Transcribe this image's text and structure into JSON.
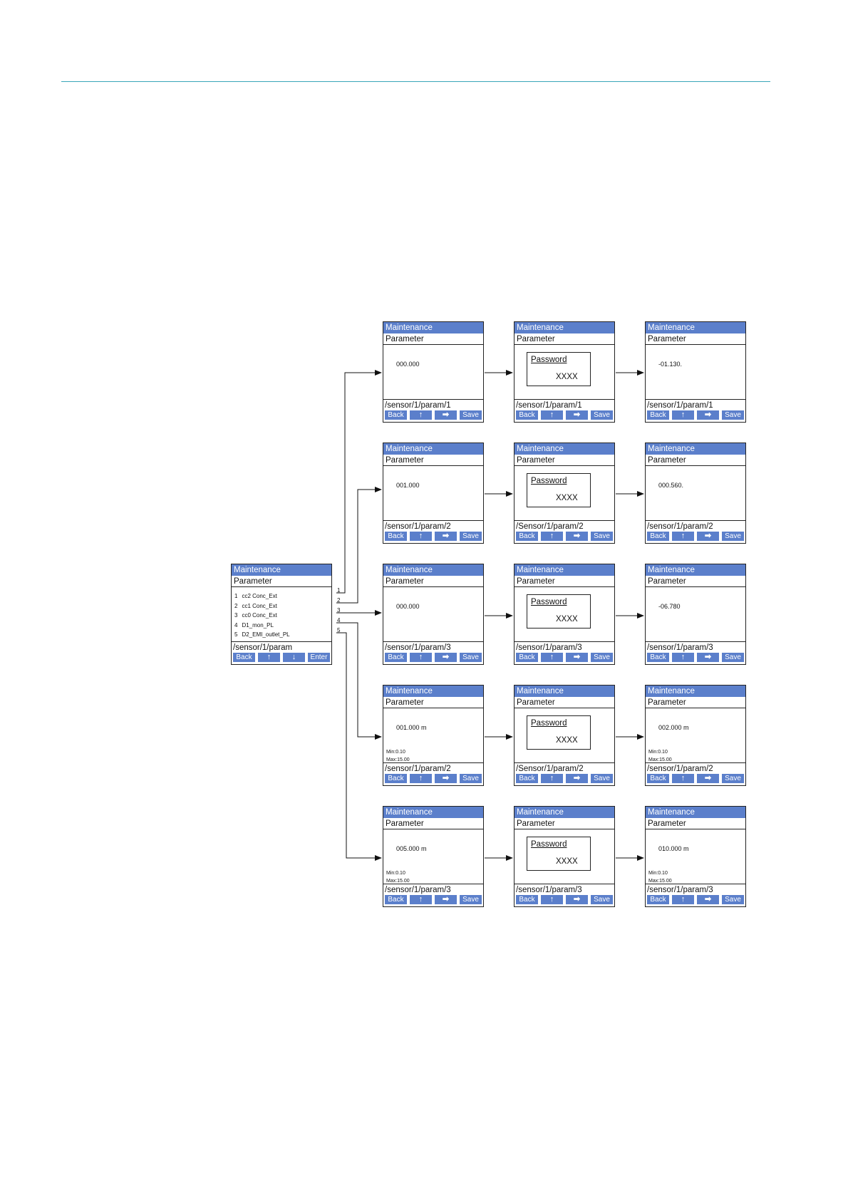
{
  "screen_title": "Maintenance",
  "screen_subtitle": "Parameter",
  "menu": {
    "items": [
      {
        "num": "1",
        "label": "cc2  Conc_Ext"
      },
      {
        "num": "2",
        "label": "cc1  Conc_Ext"
      },
      {
        "num": "3",
        "label": "cc0  Conc_Ext"
      },
      {
        "num": "4",
        "label": "D1_mon_PL"
      },
      {
        "num": "5",
        "label": "D2_EMI_outlet_PL"
      }
    ],
    "path": "/sensor/1/param",
    "buttons": [
      "Back",
      "↑",
      "↓",
      "Enter"
    ]
  },
  "branch_labels": [
    "1",
    "2",
    "3",
    "4",
    "5"
  ],
  "edit_buttons": [
    "Back",
    "↑",
    "➡",
    "Save"
  ],
  "password": {
    "label": "Password",
    "value": "XXXX"
  },
  "rows": [
    {
      "initial": {
        "value": "000.000",
        "path": "/sensor/1/param/1"
      },
      "password_path": "/sensor/1/param/1",
      "final": {
        "value": "-01.130.",
        "path": "/sensor/1/param/1"
      }
    },
    {
      "initial": {
        "value": "001.000",
        "path": "/sensor/1/param/2"
      },
      "password_path": "/Sensor/1/param/2",
      "final": {
        "value": "000.560.",
        "path": "/sensor/1/param/2"
      }
    },
    {
      "initial": {
        "value": "000.000",
        "path": "/sensor/1/param/3"
      },
      "password_path": "/sensor/1/param/3",
      "final": {
        "value": "-06.780",
        "path": "/sensor/1/param/3"
      }
    },
    {
      "initial": {
        "value": "001.000 m",
        "min": "Min:0.10",
        "max": "Max:15.00",
        "path": "/sensor/1/param/2"
      },
      "password_path": "/Sensor/1/param/2",
      "final": {
        "value": "002.000 m",
        "min": "Min:0.10",
        "max": "Max:15.00",
        "path": "/sensor/1/param/2"
      }
    },
    {
      "initial": {
        "value": "005.000 m",
        "min": "Min:0.10",
        "max": "Max:15.00",
        "path": "/sensor/1/param/3"
      },
      "password_path": "/sensor/1/param/3",
      "final": {
        "value": "010.000 m",
        "min": "Min:0.10",
        "max": "Max:15.00",
        "path": "/sensor/1/param/3"
      }
    }
  ],
  "colors": {
    "title_bar": "#5b7fcb",
    "rule": "#3aa6b9",
    "line": "#222222"
  }
}
